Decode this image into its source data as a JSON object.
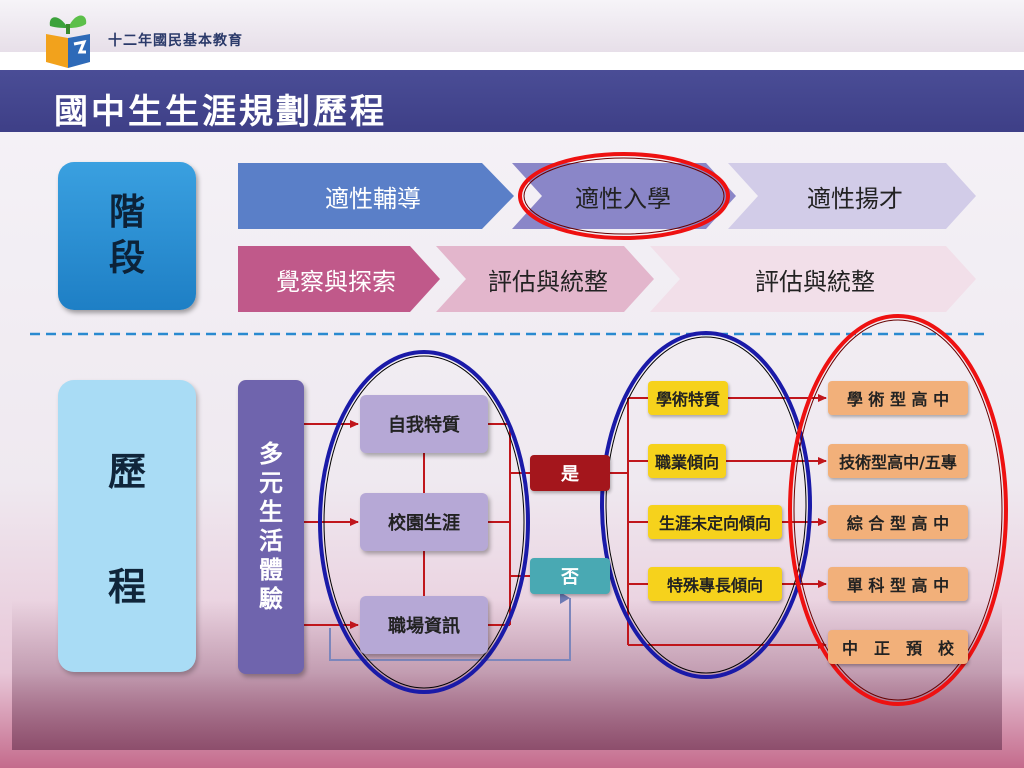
{
  "brand": {
    "name": "十二年國民基本教育",
    "logo_icon": "book-sprout-icon"
  },
  "title": "國中生生涯規劃歷程",
  "stage_box": {
    "line1": "階",
    "line2": "段"
  },
  "process_box": {
    "line1": "歷",
    "line2": "程"
  },
  "stages_row1": [
    "適性輔導",
    "適性入學",
    "適性揚才"
  ],
  "stages_row2": [
    "覺察與探索",
    "評估與統整",
    "評估與統整"
  ],
  "multi_life": [
    "多",
    "元",
    "生",
    "活",
    "體",
    "驗"
  ],
  "experiences": [
    "自我特質",
    "校園生涯",
    "職場資訊"
  ],
  "decision": {
    "yes": "是",
    "no": "否"
  },
  "tendencies": [
    "學術特質",
    "職業傾向",
    "生涯未定向傾向",
    "特殊專長傾向"
  ],
  "destinations": [
    "學 術 型 高 中",
    "技術型高中/五專",
    "綜 合 型 高 中",
    "單 科 型 高 中",
    "中　正　預　校"
  ],
  "colors": {
    "title_bar": "#3e3f87",
    "highlight_red": "#d11",
    "highlight_blue": "#1a1aa8",
    "arrow_red": "#c0161c"
  }
}
